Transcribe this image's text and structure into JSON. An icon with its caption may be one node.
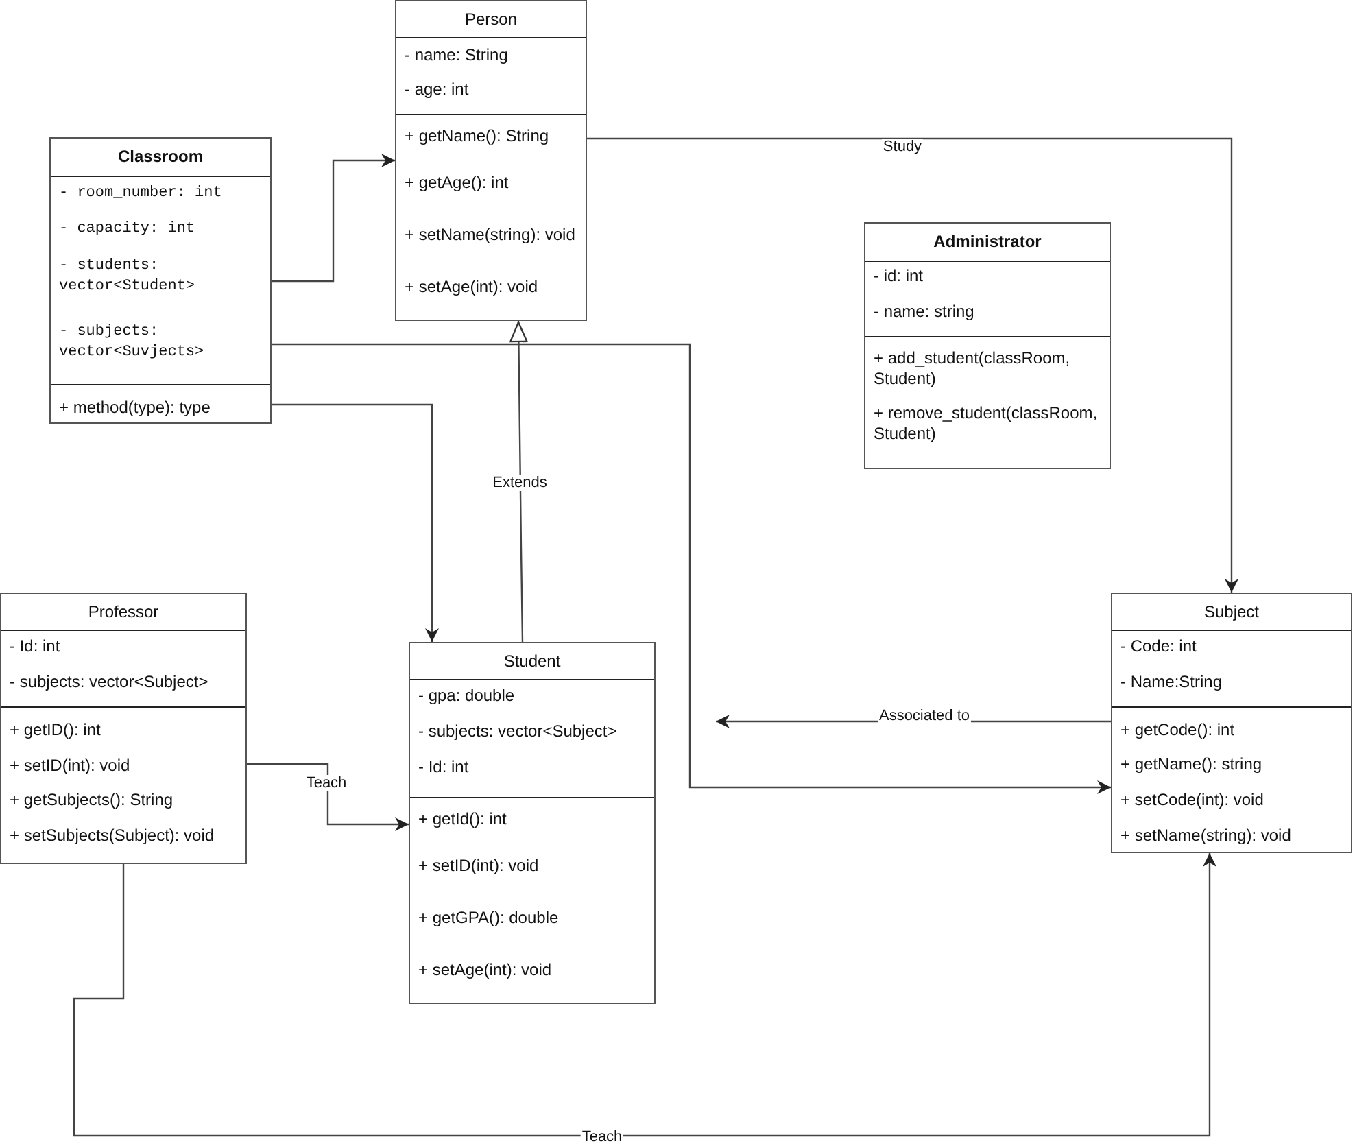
{
  "diagram": {
    "nodes": [
      {
        "text": [
          "Person",
          "- name: String",
          "- age: int",
          "+ getName(): String",
          "+ getAge(): int",
          "+ setName(string): void",
          "+ setAge(int): void"
        ]
      },
      {
        "text": [
          "Classroom",
          "- room_number: int",
          "- capacity: int",
          "- students: vector<Student>",
          "- subjects: vector<Suvjects>",
          "+ method(type): type"
        ]
      },
      {
        "text": [
          "Administrator",
          "- id: int",
          "- name: string",
          "+ add_student(classRoom, Student)",
          "+ remove_student(classRoom, Student)"
        ]
      },
      {
        "text": [
          "Professor",
          "- Id: int",
          "- subjects: vector<Subject>",
          "+ getID(): int",
          "+ setID(int): void",
          "+ getSubjects(): String",
          "+ setSubjects(Subject): void"
        ]
      },
      {
        "text": [
          "Student",
          "- gpa: double",
          "- subjects: vector<Subject>",
          "- Id: int",
          "+ getId(): int",
          "+ setID(int): void",
          "+ getGPA(): double",
          "+ setAge(int): void"
        ]
      },
      {
        "text": [
          "Subject",
          "- Code: int",
          "- Name:String",
          "+ getCode(): int",
          "+ getName(): string",
          "+ setCode(int): void",
          "+ setName(string): void"
        ]
      }
    ],
    "edges": [
      {
        "from": 1,
        "to": 0,
        "arrow": "to"
      },
      {
        "from": 0,
        "to": 5,
        "arrow": "to",
        "label": "Study"
      },
      {
        "from": 4,
        "to": 0,
        "arrow": "to",
        "label": "Extends"
      },
      {
        "from": 1,
        "to": 5,
        "arrow": "to"
      },
      {
        "from": 1,
        "to": 4,
        "arrow": "to"
      },
      {
        "from": 5,
        "to": null,
        "arrow": "to",
        "label": "Associated to"
      },
      {
        "from": 3,
        "to": 4,
        "arrow": "to",
        "label": "Teach"
      },
      {
        "from": 3,
        "to": 5,
        "arrow": "to",
        "label": "Teach"
      }
    ]
  }
}
